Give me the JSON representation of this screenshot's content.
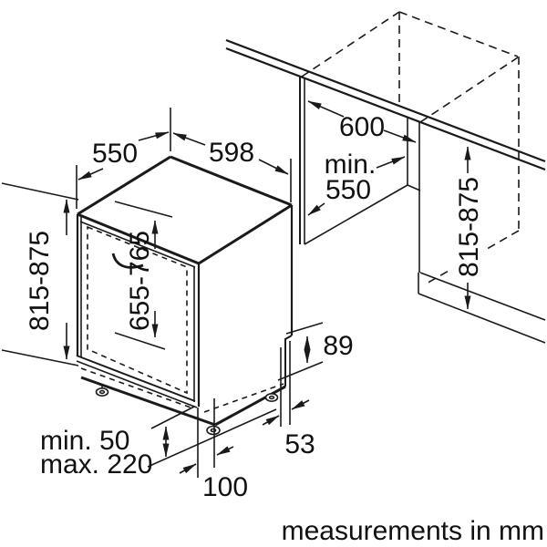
{
  "footer": "measurements in mm",
  "dimensions": {
    "top_depth": "550",
    "top_width": "598",
    "niche_width": "600",
    "niche_depth_line1": "min.",
    "niche_depth_line2": "550",
    "machine_height": "815-875",
    "door_panel_height": "655-765",
    "niche_height": "815-875",
    "rear_step_height": "89",
    "plinth_min": "min. 50",
    "plinth_max": "max. 220",
    "foot_inset": "100",
    "rear_gap": "53"
  },
  "colors": {
    "line": "#1a1a1a",
    "background": "#ffffff"
  }
}
